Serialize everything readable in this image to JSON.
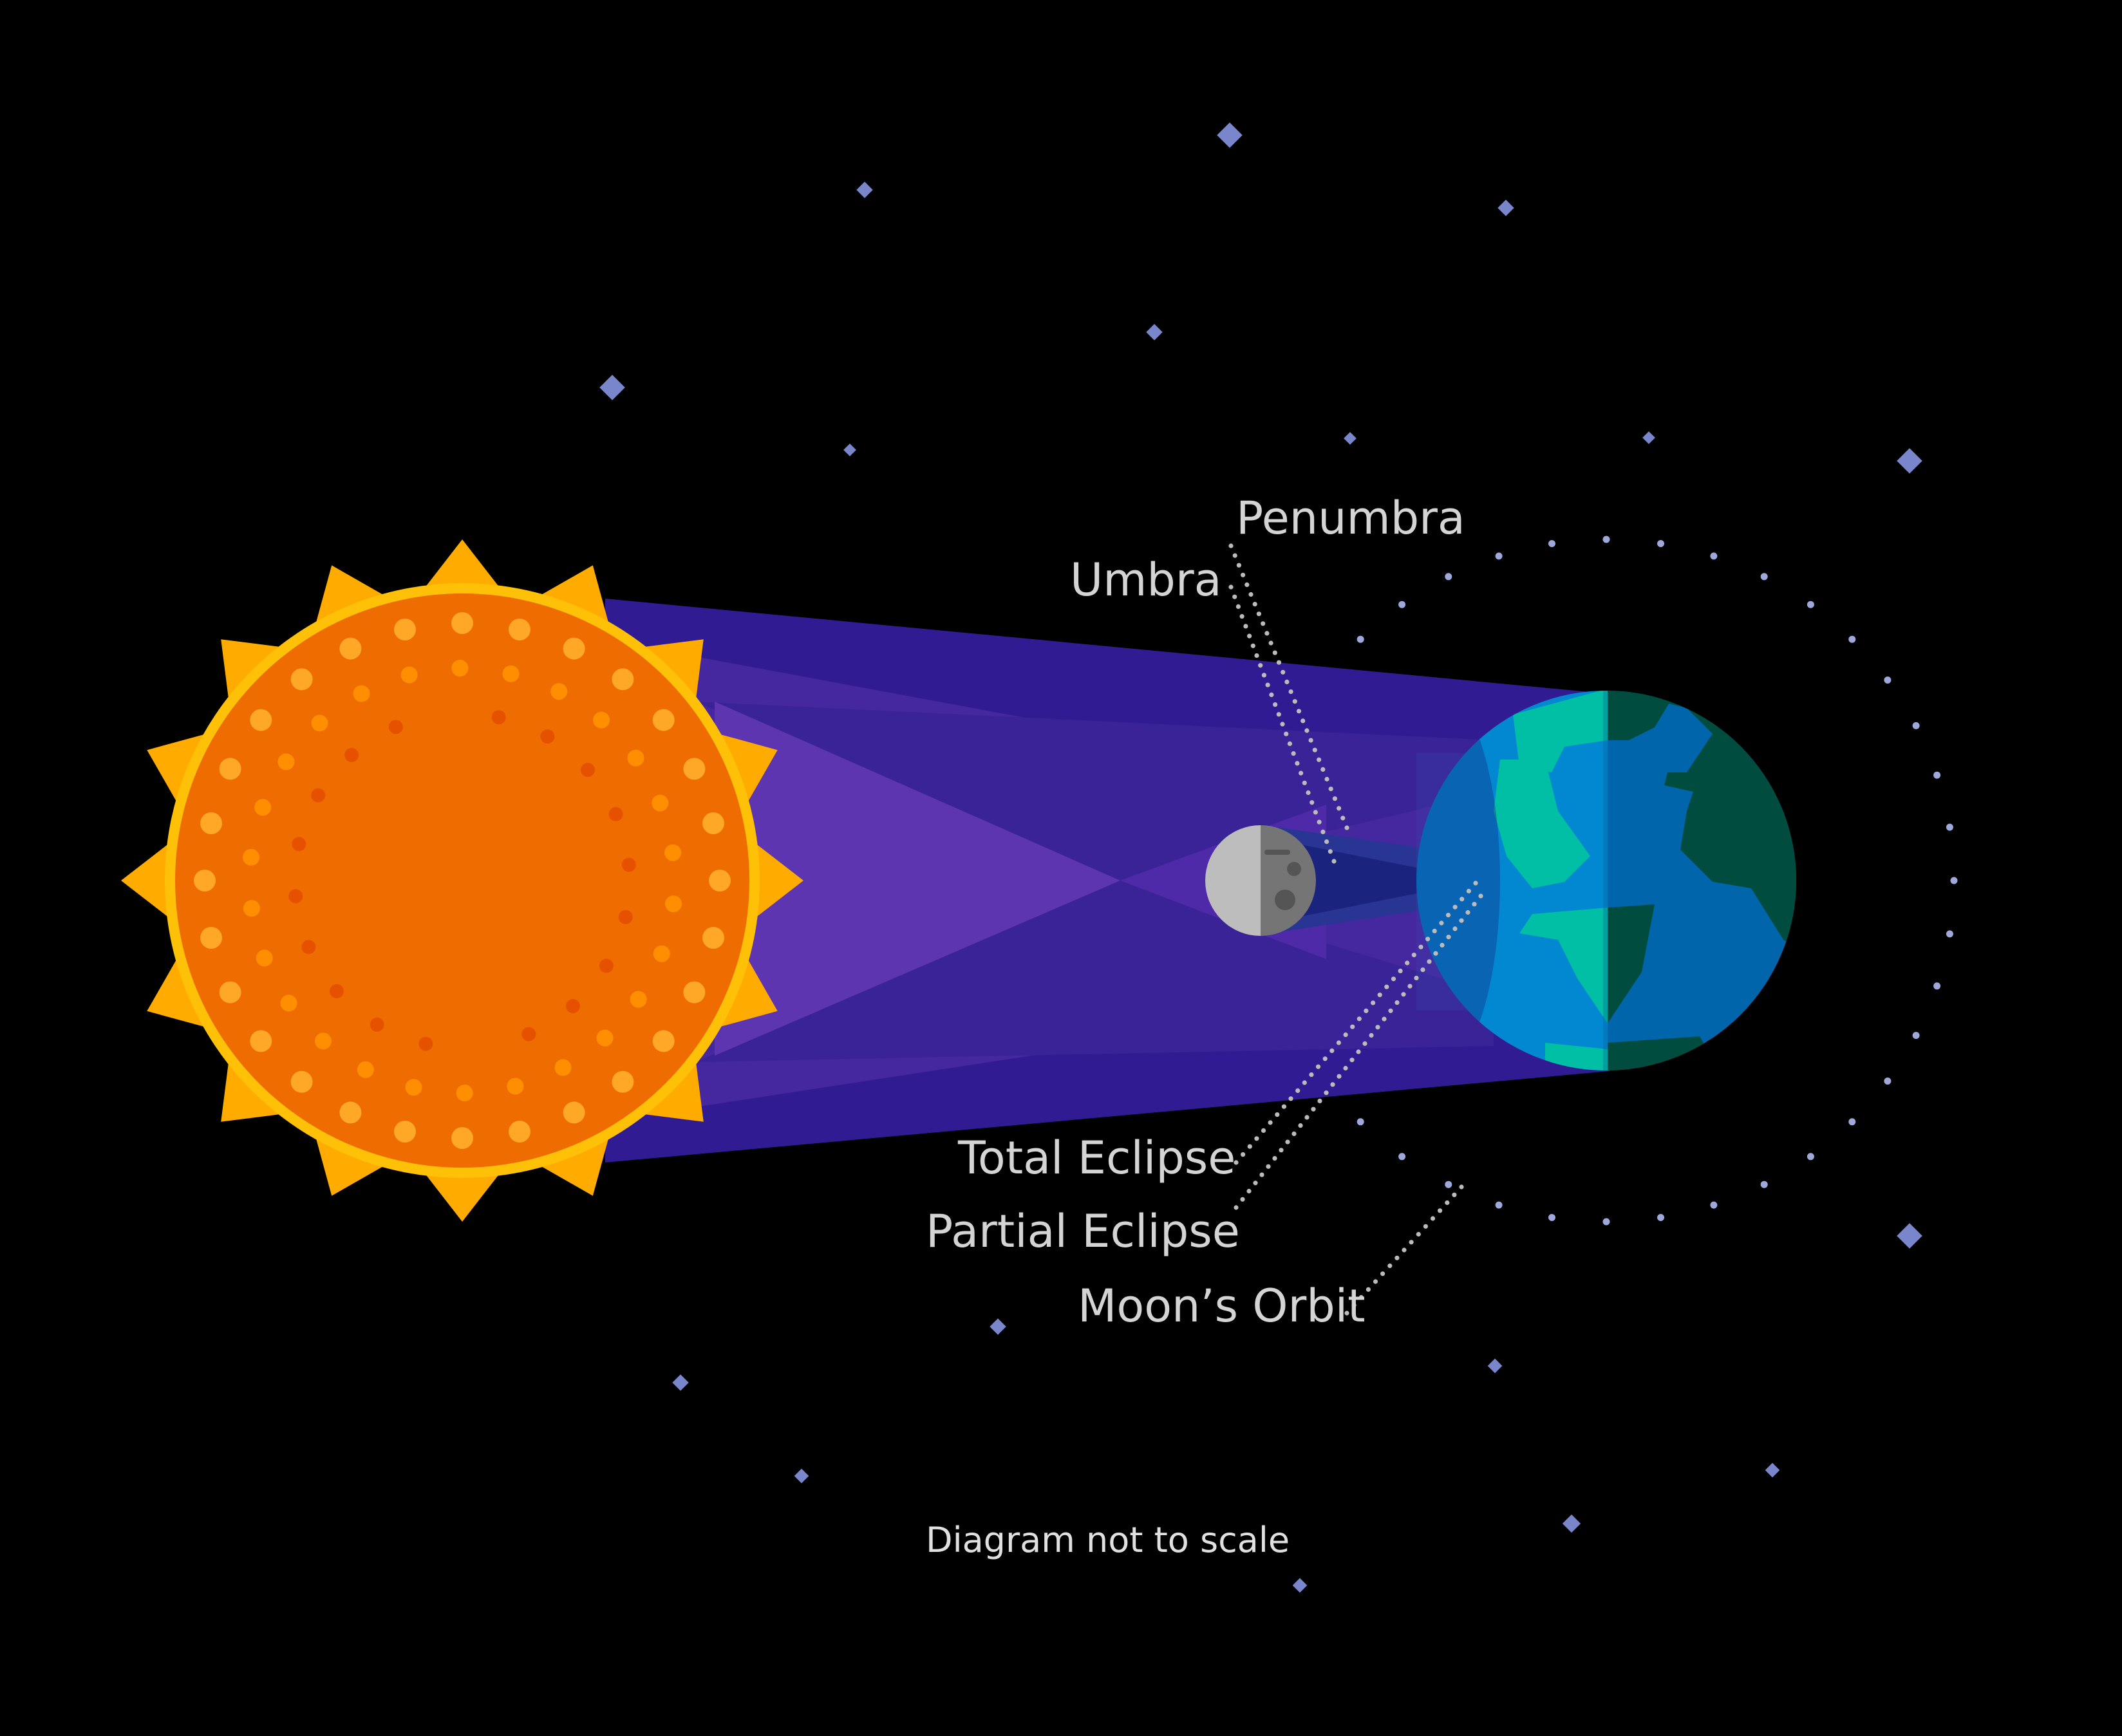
{
  "labels": {
    "penumbra": "Penumbra",
    "umbra": "Umbra",
    "total_eclipse": "Total Eclipse",
    "partial_eclipse": "Partial Eclipse",
    "moons_orbit": "Moon’s Orbit",
    "note": "Diagram not to scale"
  },
  "colors": {
    "background": "#000000",
    "sun_rays": "#ffab00",
    "sun_body": "#ef6c00",
    "sun_rim": "#ffc107",
    "penumbra_outer": "#311b92",
    "penumbra_inner": "#4527a0",
    "penumbra_core": "#5e35b1",
    "umbra": "#1a237e",
    "earth_ocean": "#0288d1",
    "earth_ocean_dark": "#0165ab",
    "earth_land": "#00bfa5",
    "earth_land_dark": "#004d40",
    "moon_light": "#bdbdbd",
    "moon_dark": "#757575",
    "stars": "#7986cb",
    "label_text": "#d4d4d4"
  },
  "icons": [
    "sun-icon",
    "moon-icon",
    "earth-icon",
    "star-icon"
  ]
}
